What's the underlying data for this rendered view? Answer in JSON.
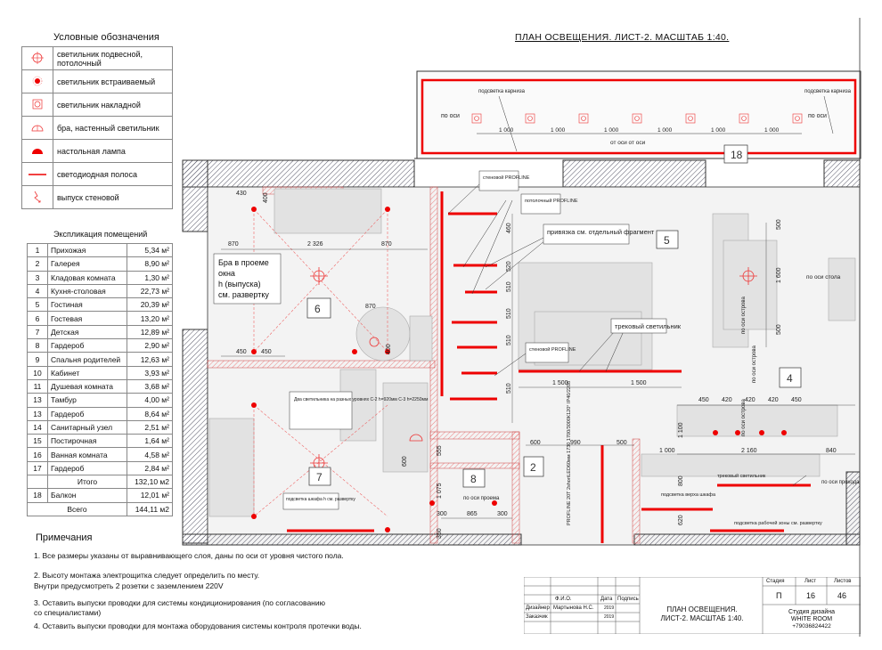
{
  "sheet_title": "ПЛАН ОСВЕЩЕНИЯ.   ЛИСТ-2.  МАСШТАБ 1:40.",
  "legend": {
    "title": "Условные обозначения",
    "items": [
      {
        "icon": "pendant-light-icon",
        "label": "светильник подвесной, потолочный"
      },
      {
        "icon": "recessed-light-icon",
        "label": "светильник встраиваемый"
      },
      {
        "icon": "surface-light-icon",
        "label": "светильник накладной"
      },
      {
        "icon": "wall-sconce-icon",
        "label": "бра, настенный светильник"
      },
      {
        "icon": "table-lamp-icon",
        "label": "настольная лампа"
      },
      {
        "icon": "led-strip-icon",
        "label": "светодиодная полоса"
      },
      {
        "icon": "wall-outlet-icon",
        "label": "выпуск стеновой"
      }
    ]
  },
  "rooms": {
    "title": "Экспликация помещений",
    "rows": [
      {
        "n": "1",
        "name": "Прихожая",
        "area": "5,34 м²"
      },
      {
        "n": "2",
        "name": "Галерея",
        "area": "8,90 м²"
      },
      {
        "n": "3",
        "name": "Кладовая комната",
        "area": "1,30 м²"
      },
      {
        "n": "4",
        "name": "Кухня-столовая",
        "area": "22,73 м²"
      },
      {
        "n": "5",
        "name": "Гостиная",
        "area": "20,39 м²"
      },
      {
        "n": "6",
        "name": "Гостевая",
        "area": "13,20 м²"
      },
      {
        "n": "7",
        "name": "Детская",
        "area": "12,89 м²"
      },
      {
        "n": "8",
        "name": "Гардероб",
        "area": "2,90 м²"
      },
      {
        "n": "9",
        "name": "Спальня родителей",
        "area": "12,63 м²"
      },
      {
        "n": "10",
        "name": "Кабинет",
        "area": "3,93 м²"
      },
      {
        "n": "11",
        "name": "Душевая комната",
        "area": "3,68 м²"
      },
      {
        "n": "13",
        "name": "Тамбур",
        "area": "4,00 м²"
      },
      {
        "n": "13",
        "name": "Гардероб",
        "area": "8,64 м²"
      },
      {
        "n": "14",
        "name": "Санитарный узел",
        "area": "2,51 м²"
      },
      {
        "n": "15",
        "name": "Постирочная",
        "area": "1,64 м²"
      },
      {
        "n": "16",
        "name": "Ванная комната",
        "area": "4,58 м²"
      },
      {
        "n": "17",
        "name": "Гардероб",
        "area": "2,84 м²"
      }
    ],
    "total_label": "Итого",
    "total": "132,10 м2",
    "balcony_n": "18",
    "balcony_name": "Балкон",
    "balcony_area": "12,01 м²",
    "grand_label": "Всего",
    "grand_total": "144,11 м2"
  },
  "notes": {
    "title": "Примечания",
    "n1": "1. Все размеры указаны от выравнивающего слоя, даны по оси от уровня чистого пола.",
    "n2a": "2. Высоту монтажа электрощитка следует определить по месту.",
    "n2b": "Внутри предусмотреть 2 розетки с заземлением 220V",
    "n3a": "3. Оставить выпуски проводки для системы кондиционирования (по согласованию",
    "n3b": "со специалистами)",
    "n4": "4. Оставить выпуски проводки для монтажа оборудования системы контроля протечки воды."
  },
  "plan": {
    "room_numbers": {
      "r18": "18",
      "r5": "5",
      "r6": "6",
      "r4": "4",
      "r7": "7",
      "r8": "8",
      "r2": "2"
    },
    "balcony": {
      "cornice_left": "подсветка карниза",
      "cornice_right": "подсветка карниза",
      "axis_left": "по оси",
      "axis_right": "по оси",
      "axis_center": "от оси от оси",
      "dims": [
        "1 000",
        "1 000",
        "1 000",
        "1 000",
        "1 000",
        "1 000"
      ]
    },
    "labels": {
      "wall_profline": "стеновой PROFLINE",
      "ceiling_profline": "потолочный PROFLINE",
      "binding": "привязка см. отдельный фрагмент",
      "track_light": "трековый светильник",
      "wall_profline2": "стеновой PROFLINE",
      "sconce_note_1": "Бра в проеме",
      "sconce_note_2": "окна",
      "sconce_note_3": "h (выпуска)",
      "sconce_note_4": "см. развертку",
      "two_lights": "Два светильника на разных уровнях С-2 h=920мм С-3 h=2250мм",
      "wardrobe_light": "подсветка шкафа h  см. развертку",
      "profline_spec": "PROFLINE 20T 2shortLED60мм 1730 1700/3000К120° IP40/2208",
      "track_light2": "трековый светильник",
      "axis_passage": "по оси прохода",
      "cabinet_top": "подсветка верха шкафа",
      "work_zone": "подсветка рабочей зоны см. развертку",
      "axis_table": "по оси стола",
      "axis_island1": "по оси острова",
      "axis_island2": "по оси острова",
      "axis_island3": "по оси острова",
      "axis_opening": "по оси проема"
    },
    "dims": {
      "d430": "430",
      "d400": "400",
      "d870a": "870",
      "d2326": "2 326",
      "d870b": "870",
      "d870c": "870",
      "d400b": "400",
      "d450a": "450",
      "d450b": "450",
      "d460": "460",
      "d520": "520",
      "d510a": "510",
      "d510b": "510",
      "d510c": "510",
      "d510d": "510",
      "d1500a": "1 500",
      "d1500b": "1 500",
      "d500a": "500",
      "d1600": "1 600",
      "d500b": "500",
      "d450c": "450",
      "d420a": "420",
      "d420b": "420",
      "d420c": "420",
      "d450d": "450",
      "d1100": "1 100",
      "d1000": "1 000",
      "d2160": "2 160",
      "d840": "840",
      "d600a": "600",
      "d990": "990",
      "d500c": "500",
      "d555": "555",
      "d600b": "600",
      "d1075": "1 075",
      "d300a": "300",
      "d865": "865",
      "d300b": "300",
      "d350": "350",
      "d800": "800",
      "d620": "620"
    }
  },
  "title_block": {
    "h_stage": "Стадия",
    "h_sheet": "Лист",
    "h_sheets": "Листов",
    "stage": "П",
    "sheet": "16",
    "sheets": "46",
    "h_fio": "Ф.И.О.",
    "h_date": "Дата",
    "h_sign": "Подпись",
    "role1": "Дизайнер",
    "name1": "Мартынова Н.С.",
    "date1": "2019",
    "role2": "Заказчик",
    "date2": "2019",
    "title": "ПЛАН ОСВЕЩЕНИЯ. ЛИСТ-2. МАСШТАБ 1:40.",
    "studio1": "Студия дизайна",
    "studio2": "WHITE ROOM",
    "phone": "+79036824422"
  }
}
